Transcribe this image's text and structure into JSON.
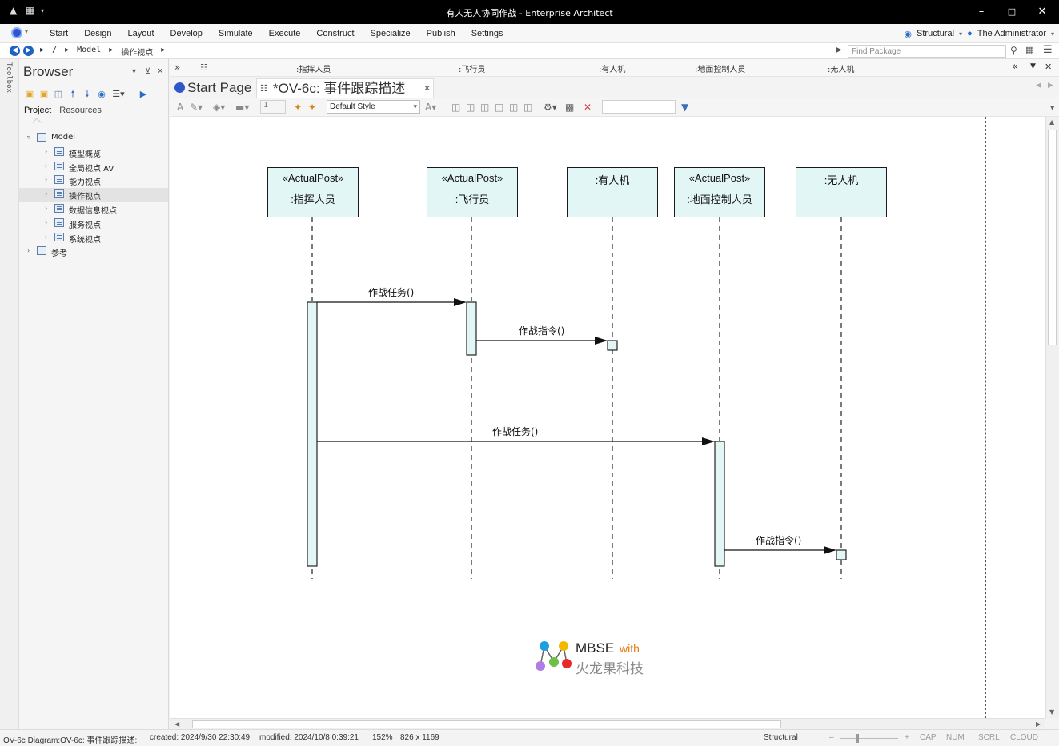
{
  "window": {
    "title": "有人无人协同作战 - Enterprise Architect",
    "controls": [
      "minimize",
      "maximize",
      "close"
    ]
  },
  "menu": {
    "items": [
      "Start",
      "Design",
      "Layout",
      "Develop",
      "Simulate",
      "Execute",
      "Construct",
      "Specialize",
      "Publish",
      "Settings"
    ],
    "perspective": "Structural",
    "user": "The Administrator"
  },
  "nav": {
    "path": [
      "/",
      "Model",
      "操作视点"
    ],
    "find_placeholder": "Find Package"
  },
  "toolbox": {
    "label": "Toolbox"
  },
  "browser": {
    "title": "Browser",
    "tabs": [
      "Project",
      "Resources"
    ],
    "tree": [
      {
        "label": "Model",
        "level": 0,
        "expanded": true,
        "icon": "root-model-icon"
      },
      {
        "label": "模型概览",
        "level": 1,
        "icon": "package-icon"
      },
      {
        "label": "全局视点 AV",
        "level": 1,
        "icon": "package-icon"
      },
      {
        "label": "能力视点",
        "level": 1,
        "icon": "package-icon"
      },
      {
        "label": "操作视点",
        "level": 1,
        "icon": "package-icon",
        "selected": true
      },
      {
        "label": "数据信息视点",
        "level": 1,
        "icon": "package-icon"
      },
      {
        "label": "服务视点",
        "level": 1,
        "icon": "package-icon"
      },
      {
        "label": "系统视点",
        "level": 1,
        "icon": "package-icon"
      },
      {
        "label": "参考",
        "level": 0,
        "icon": "root-model-icon"
      }
    ]
  },
  "swimlane_bar": {
    "labels": [
      ":指挥人员",
      ":飞行员",
      ":有人机",
      ":地面控制人员",
      ":无人机"
    ]
  },
  "tabs": [
    {
      "label": "Start Page",
      "active": false
    },
    {
      "label": "*OV-6c: 事件跟踪描述",
      "active": true
    }
  ],
  "diagram_toolbar": {
    "line_width": "1",
    "style": "Default Style"
  },
  "diagram": {
    "lifelines": [
      {
        "stereotype": "«ActualPost»",
        "name": ":指挥人员"
      },
      {
        "stereotype": "«ActualPost»",
        "name": ":飞行员"
      },
      {
        "stereotype": "",
        "name": ":有人机"
      },
      {
        "stereotype": "«ActualPost»",
        "name": ":地面控制人员"
      },
      {
        "stereotype": "",
        "name": ":无人机"
      }
    ],
    "messages": [
      {
        "label": "作战任务()",
        "from": ":指挥人员",
        "to": ":飞行员"
      },
      {
        "label": "作战指令()",
        "from": ":飞行员",
        "to": ":有人机"
      },
      {
        "label": "作战任务()",
        "from": ":指挥人员",
        "to": ":地面控制人员"
      },
      {
        "label": "作战指令()",
        "from": ":地面控制人员",
        "to": ":无人机"
      }
    ]
  },
  "watermark": {
    "line1": "MBSE",
    "line1_suffix": "with",
    "line2": "火龙果科技",
    "colors": [
      "#1f9fe0",
      "#f5b800",
      "#b07de6",
      "#6bc046",
      "#e8282a"
    ]
  },
  "status": {
    "diagram": "OV-6c Diagram:OV-6c: 事件跟踪描述:",
    "created": "created: 2024/9/30 22:30:49",
    "modified": "modified: 2024/10/8 0:39:21",
    "zoom": "152%",
    "size": "826 x 1169",
    "perspective": "Structural",
    "indicators": [
      "CAP",
      "NUM",
      "SCRL",
      "CLOUD"
    ]
  }
}
